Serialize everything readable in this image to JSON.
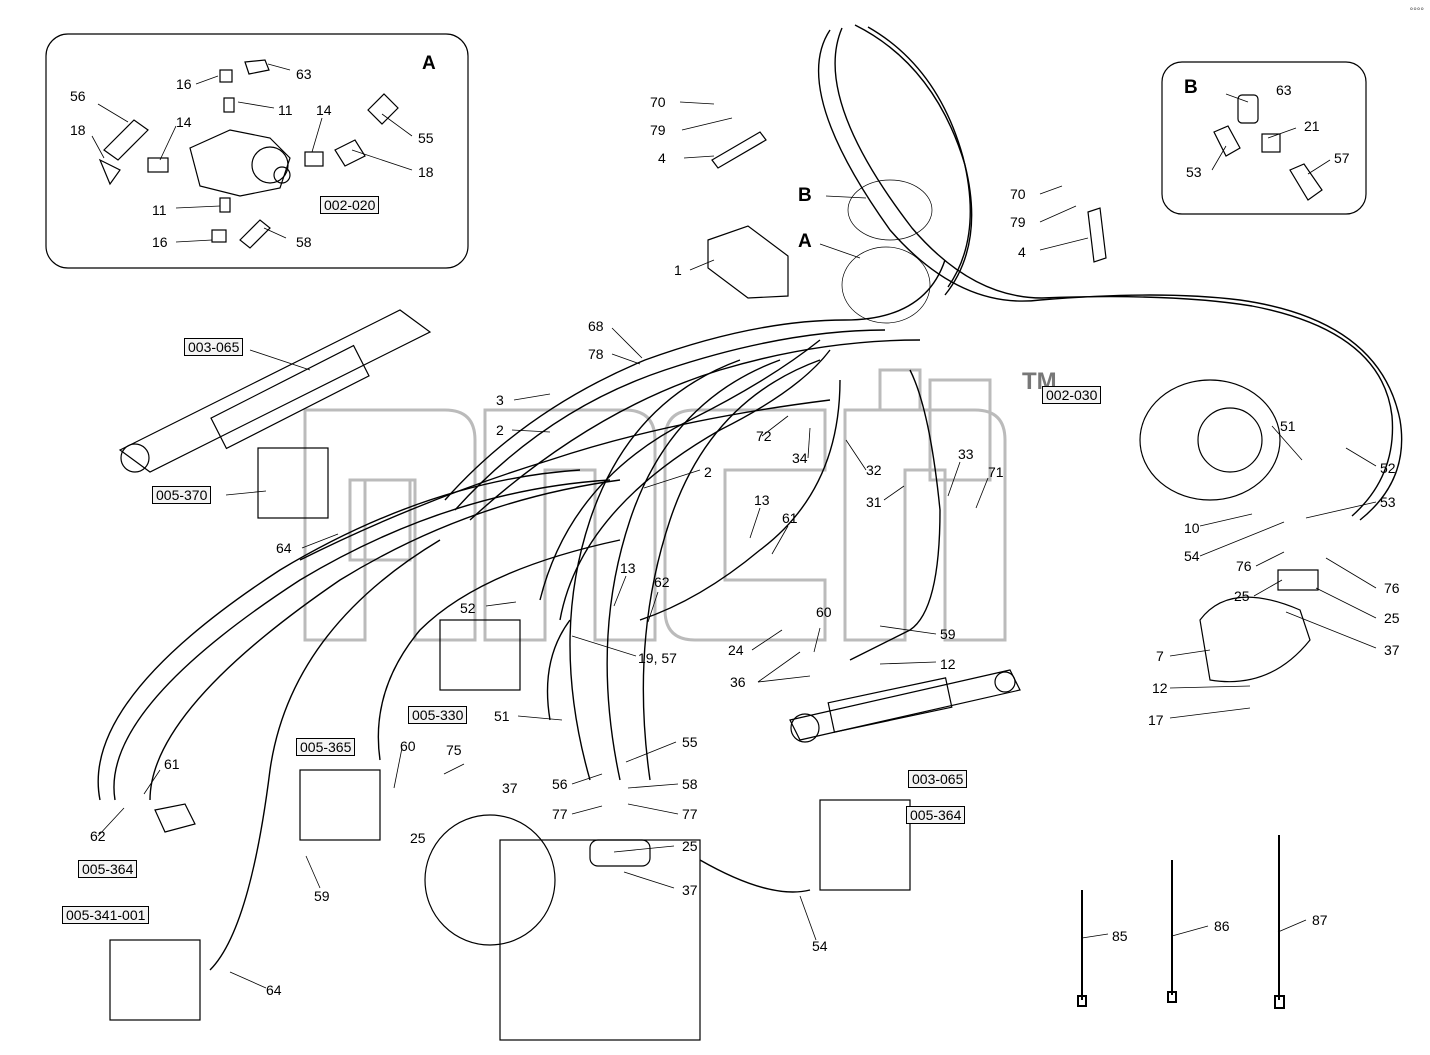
{
  "inset_a": {
    "title": "A",
    "ref": "002-020",
    "labels": {
      "p56": "56",
      "p18a": "18",
      "p16a": "16",
      "p63": "63",
      "p11a": "11",
      "p14a": "14",
      "p14b": "14",
      "p55": "55",
      "p18b": "18",
      "p11b": "11",
      "p16b": "16",
      "p58": "58"
    }
  },
  "inset_b": {
    "title": "B",
    "labels": {
      "p63": "63",
      "p21": "21",
      "p53": "53",
      "p57": "57"
    }
  },
  "callouts": {
    "a": "A",
    "b": "B"
  },
  "refs": {
    "r003065a": "003-065",
    "r005370": "005-370",
    "r005330": "005-330",
    "r005365": "005-365",
    "r005364a": "005-364",
    "r005341": "005-341-001",
    "r002030": "002-030",
    "r003065b": "003-065",
    "r005364b": "005-364"
  },
  "parts": {
    "p70a": "70",
    "p79a": "79",
    "p4a": "4",
    "p70b": "70",
    "p79b": "79",
    "p4b": "4",
    "p1": "1",
    "p68": "68",
    "p78": "78",
    "p3": "3",
    "p2a": "2",
    "p2b": "2",
    "p72": "72",
    "p34": "34",
    "p32": "32",
    "p33": "33",
    "p71": "71",
    "p31": "31",
    "p13a": "13",
    "p61a": "61",
    "p13b": "13",
    "p62a": "62",
    "p64a": "64",
    "p52a": "52",
    "p1957": "19, 57",
    "p60a": "60",
    "p24": "24",
    "p59a": "59",
    "p12a": "12",
    "p36": "36",
    "p51a": "51",
    "p75": "75",
    "p55": "55",
    "p56": "56",
    "p58": "58",
    "p77a": "77",
    "p77b": "77",
    "p25a": "25",
    "p37a": "37",
    "p25b": "25",
    "p37b": "37",
    "p61b": "61",
    "p62b": "62",
    "p60b": "60",
    "p59b": "59",
    "p54a": "54",
    "p64b": "64",
    "p51b": "51",
    "p52b": "52",
    "p10": "10",
    "p53": "53",
    "p54b": "54",
    "p76a": "76",
    "p76b": "76",
    "p25c": "25",
    "p25d": "25",
    "p37c": "37",
    "p7": "7",
    "p12b": "12",
    "p17": "17",
    "p85": "85",
    "p86": "86",
    "p87": "87"
  },
  "watermark": {
    "text": "TM"
  },
  "corner_mark": "°°°°"
}
